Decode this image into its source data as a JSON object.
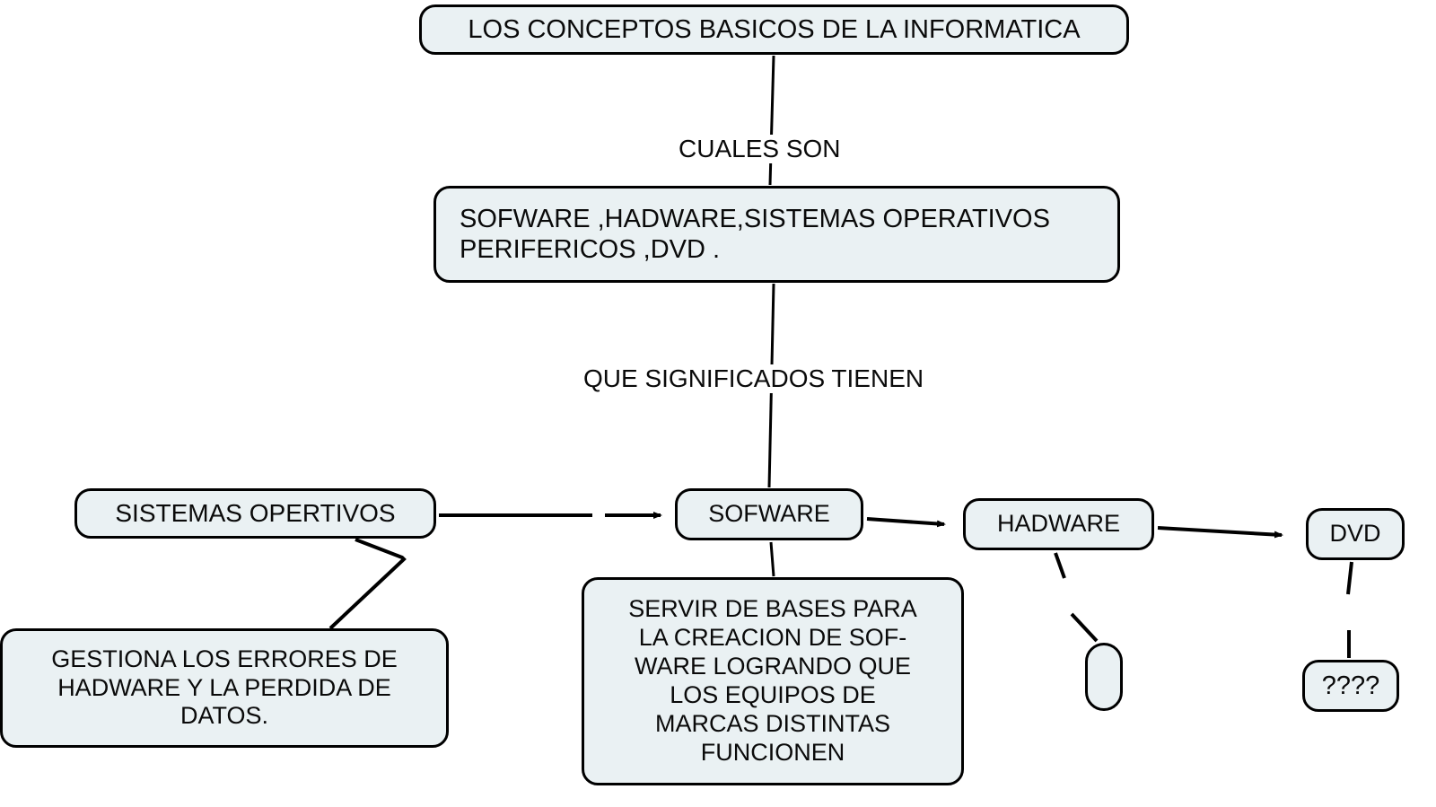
{
  "diagram": {
    "title": "LOS CONCEPTOS BASICOS DE LA INFORMATICA",
    "type": "concept-map",
    "background_color": "#ffffff",
    "node_fill_color": "#eaf1f3",
    "node_border_color": "#000000",
    "text_color": "#0a0a0a"
  },
  "nodes": {
    "root": {
      "label": "LOS CONCEPTOS BASICOS DE LA INFORMATICA"
    },
    "list": {
      "label": "SOFWARE ,HADWARE,SISTEMAS OPERATIVOS\nPERIFERICOS ,DVD ."
    },
    "sistemas_opertivos": {
      "label": "SISTEMAS OPERTIVOS"
    },
    "sofware": {
      "label": "SOFWARE"
    },
    "hadware": {
      "label": "HADWARE"
    },
    "dvd": {
      "label": "DVD"
    },
    "gestiona": {
      "label": "GESTIONA LOS ERRORES DE\nHADWARE Y LA PERDIDA DE\nDATOS."
    },
    "servir": {
      "label": "SERVIR DE BASES PARA\nLA CREACION DE SOF-\nWARE LOGRANDO QUE\nLOS EQUIPOS DE\nMARCAS DISTINTAS\nFUNCIONEN"
    },
    "blank": {
      "label": ""
    },
    "question": {
      "label": "????"
    }
  },
  "edge_labels": {
    "cuales_son": "CUALES SON",
    "que_significados_tienen": "QUE SIGNIFICADOS TIENEN"
  },
  "edges": [
    {
      "from": "root",
      "to": "list",
      "label": "CUALES SON",
      "style": "line"
    },
    {
      "from": "list",
      "to": "sofware",
      "label": "QUE SIGNIFICADOS TIENEN",
      "style": "line"
    },
    {
      "from": "sistemas_opertivos",
      "to": "sofware",
      "label": "",
      "style": "arrow"
    },
    {
      "from": "sofware",
      "to": "hadware",
      "label": "",
      "style": "arrow"
    },
    {
      "from": "hadware",
      "to": "dvd",
      "label": "",
      "style": "arrow"
    },
    {
      "from": "sistemas_opertivos",
      "to": "gestiona",
      "label": "",
      "style": "zigzag"
    },
    {
      "from": "sofware",
      "to": "servir",
      "label": "",
      "style": "line"
    },
    {
      "from": "hadware",
      "to": "blank",
      "label": "",
      "style": "dashed"
    },
    {
      "from": "dvd",
      "to": "question",
      "label": "",
      "style": "dashed"
    }
  ]
}
